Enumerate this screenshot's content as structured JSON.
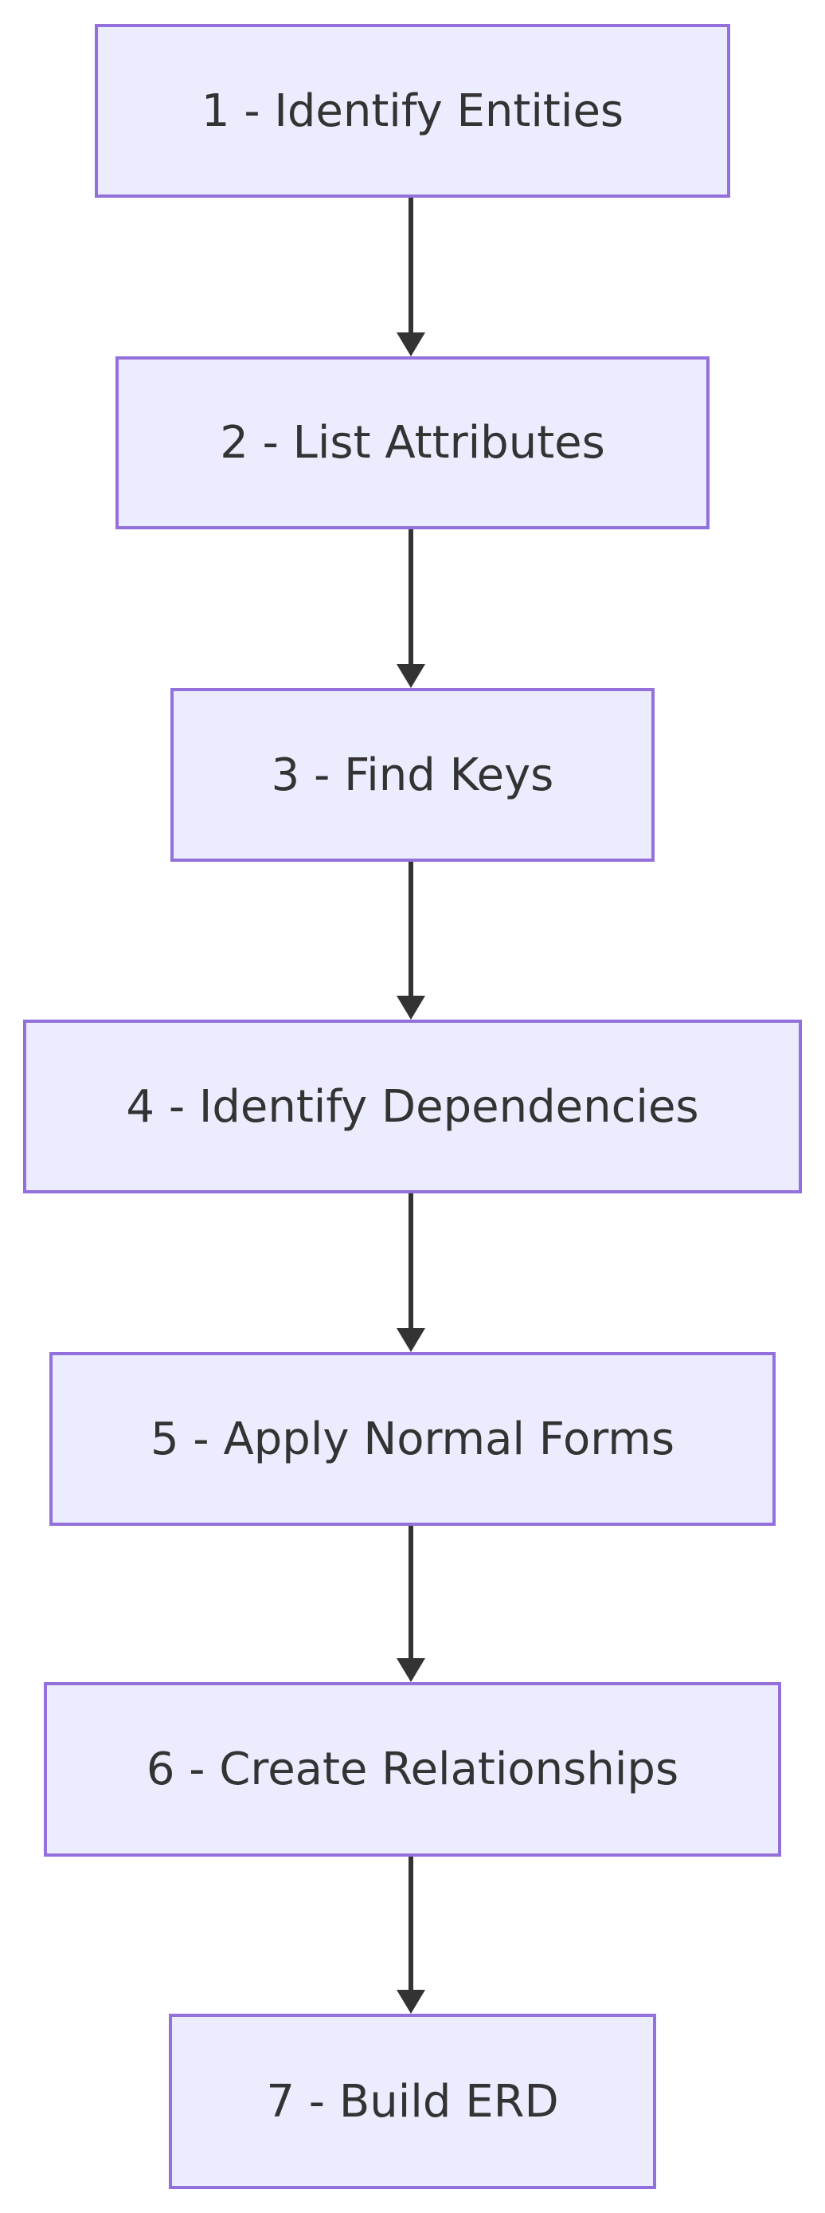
{
  "diagram": {
    "type": "flowchart",
    "direction": "top-down",
    "steps": [
      {
        "id": 1,
        "label": "1 - Identify Entities"
      },
      {
        "id": 2,
        "label": "2 - List Attributes"
      },
      {
        "id": 3,
        "label": "3 - Find Keys"
      },
      {
        "id": 4,
        "label": "4 - Identify Dependencies"
      },
      {
        "id": 5,
        "label": "5 - Apply Normal Forms"
      },
      {
        "id": 6,
        "label": "6 - Create Relationships"
      },
      {
        "id": 7,
        "label": "7 - Build ERD"
      }
    ],
    "edges": [
      {
        "from": 1,
        "to": 2
      },
      {
        "from": 2,
        "to": 3
      },
      {
        "from": 3,
        "to": 4
      },
      {
        "from": 4,
        "to": 5
      },
      {
        "from": 5,
        "to": 6
      },
      {
        "from": 6,
        "to": 7
      }
    ],
    "colors": {
      "node_fill": "#ECECFF",
      "node_border": "#9370DB",
      "text": "#333333",
      "arrow": "#333333",
      "background": "#FFFFFF"
    }
  }
}
